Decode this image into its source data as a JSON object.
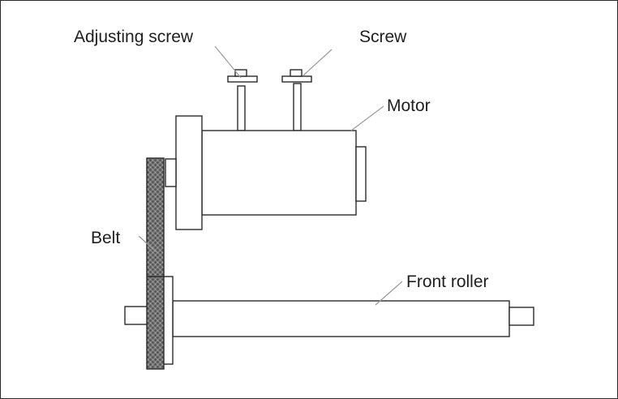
{
  "labels": {
    "adjusting_screw": "Adjusting screw",
    "screw": "Screw",
    "motor": "Motor",
    "belt": "Belt",
    "front_roller": "Front roller"
  },
  "colors": {
    "line": "#2a2a2a",
    "belt_fill": "#6f6f6f",
    "leader": "#9a9a9a",
    "text": "#1f1f1f"
  }
}
